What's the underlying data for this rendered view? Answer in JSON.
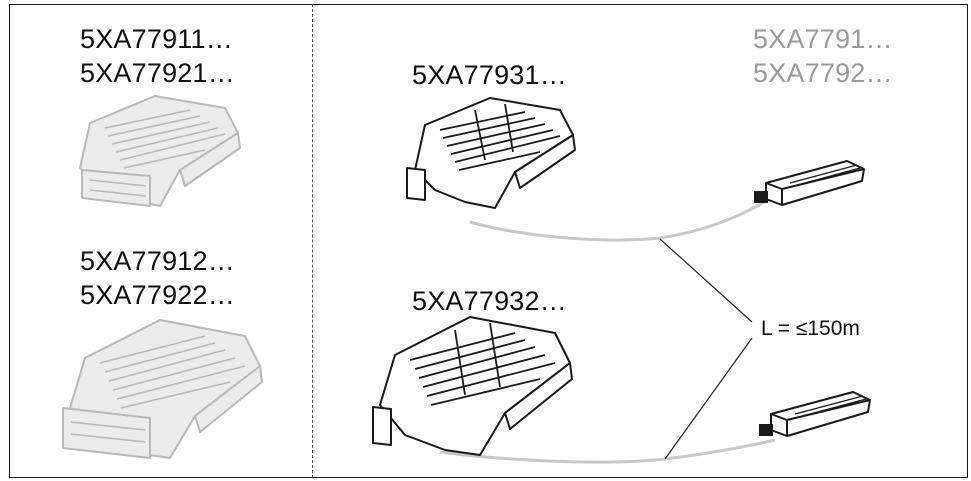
{
  "left_panel": {
    "group1": {
      "line1": "5XA77911…",
      "line2": "5XA77921…"
    },
    "group2": {
      "line1": "5XA77912…",
      "line2": "5XA77922…"
    }
  },
  "right_panel": {
    "top_device_label": "5XA77931…",
    "bottom_device_label": "5XA77932…",
    "driver_labels": {
      "line1": "5XA7791…",
      "line2": "5XA7792…"
    },
    "cable_length": "L = ≤150m"
  },
  "colors": {
    "active": "#1a1a1a",
    "inactive": "#b8b8b8",
    "inactive_text": "#9a9a9a",
    "cable": "#c8c8c8"
  }
}
